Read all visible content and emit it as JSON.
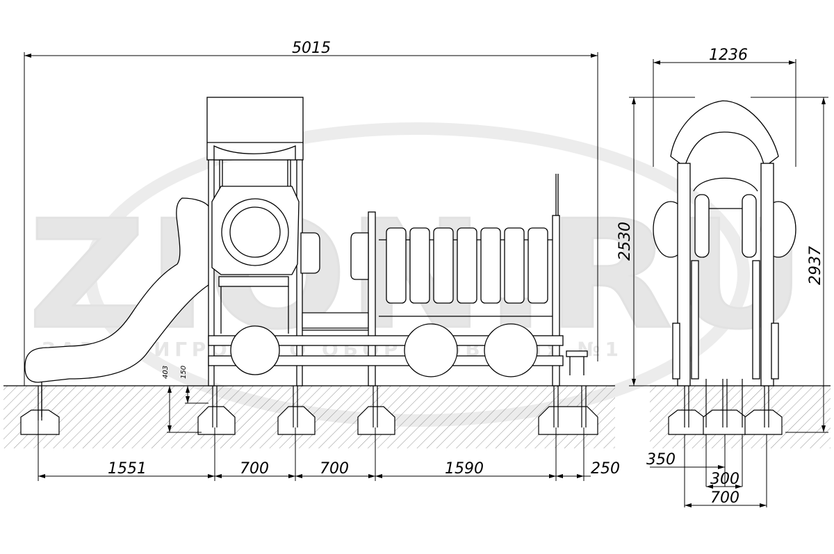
{
  "watermark": {
    "logo_text": "ZION.RU",
    "tagline": "ЗАВОД   ИГРОВОГО   ОБОРУДОВАНИЯ   №1",
    "copyright": "©"
  },
  "dimensions": {
    "front_total_width": "5015",
    "side_total_width": "1236",
    "side_height_main": "2530",
    "side_height_total": "2937",
    "foundation_depth": "403",
    "foundation_top": "150",
    "segment_1": "1551",
    "segment_2": "700",
    "segment_3": "700",
    "segment_4": "1590",
    "segment_5": "250",
    "side_footing_1": "350",
    "side_footing_2": "300",
    "side_footing_3": "700"
  },
  "colors": {
    "line": "#000000",
    "watermark": "#e6e6e6",
    "ground_fill": "#ffffff"
  }
}
